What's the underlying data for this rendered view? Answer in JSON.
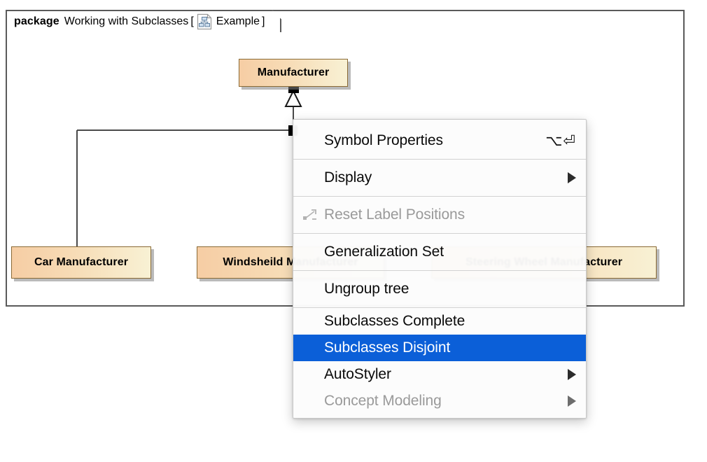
{
  "diagram": {
    "package": {
      "keyword": "package",
      "name": "Working with Subclasses",
      "bracket_open": "[",
      "bracket_close": "]",
      "diagram_label": "Example",
      "icon": "class-diagram-icon"
    },
    "classes": [
      {
        "name": "Manufacturer",
        "role": "superclass"
      },
      {
        "name": "Car Manufacturer",
        "role": "subclass"
      },
      {
        "name": "Windsheild Manufacturer",
        "role": "subclass"
      },
      {
        "name": "Steering Wheel Manufacturer",
        "role": "subclass"
      }
    ],
    "relationship": {
      "type": "generalization-tree",
      "notation": "hollow-triangle"
    },
    "colors": {
      "class_fill_left": "#f6cda4",
      "class_fill_right": "#f8f1d4",
      "class_border": "#8a6a35",
      "frame_border": "#5a5a5a",
      "selection_blue": "#0b5fd8"
    }
  },
  "context_menu": {
    "items": [
      {
        "label": "Symbol Properties",
        "shortcut": "⌥⏎",
        "state": "enabled",
        "submenu": false,
        "icon": null,
        "name": "symbol-properties"
      },
      {
        "label": "Display",
        "shortcut": "",
        "state": "enabled",
        "submenu": true,
        "icon": null,
        "name": "display"
      },
      {
        "label": "Reset Label Positions",
        "shortcut": "",
        "state": "disabled",
        "submenu": false,
        "icon": "reset-label-positions-icon",
        "name": "reset-label-positions"
      },
      {
        "label": "Generalization Set",
        "shortcut": "",
        "state": "enabled",
        "submenu": false,
        "icon": null,
        "name": "generalization-set"
      },
      {
        "label": "Ungroup tree",
        "shortcut": "",
        "state": "enabled",
        "submenu": false,
        "icon": null,
        "name": "ungroup-tree"
      },
      {
        "label": "Subclasses Complete",
        "shortcut": "",
        "state": "enabled",
        "submenu": false,
        "icon": null,
        "name": "subclasses-complete"
      },
      {
        "label": "Subclasses Disjoint",
        "shortcut": "",
        "state": "selected",
        "submenu": false,
        "icon": null,
        "name": "subclasses-disjoint"
      },
      {
        "label": "AutoStyler",
        "shortcut": "",
        "state": "enabled",
        "submenu": true,
        "icon": null,
        "name": "autostyler"
      },
      {
        "label": "Concept Modeling",
        "shortcut": "",
        "state": "disabled",
        "submenu": true,
        "icon": null,
        "name": "concept-modeling"
      }
    ]
  }
}
